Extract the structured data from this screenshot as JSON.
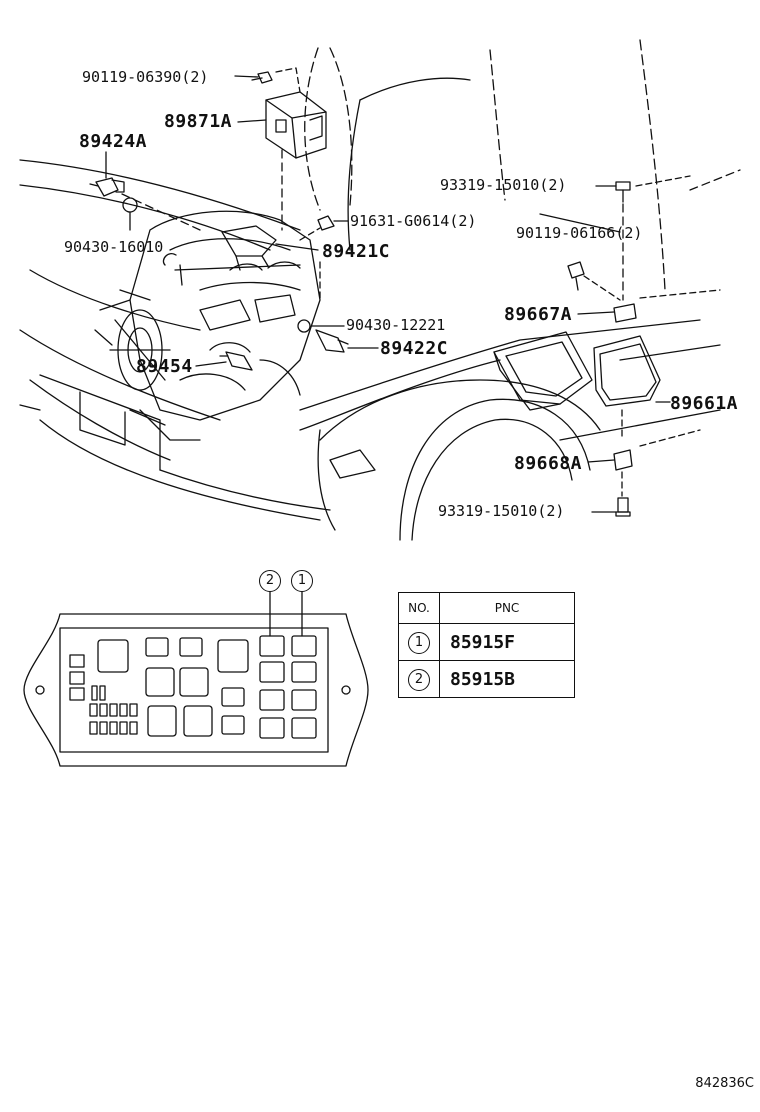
{
  "labels": {
    "bolt_top": "90119-06390(2)",
    "module_89871A": "89871A",
    "sensor_89424A": "89424A",
    "gasket_90430_16010": "90430-16010",
    "bolt_91631": "91631-G0614(2)",
    "sensor_89421C": "89421C",
    "gasket_90430_12221": "90430-12221",
    "sensor_89422C": "89422C",
    "sensor_89454": "89454",
    "screw_93319_top": "93319-15010(2)",
    "bolt_90119_06166": "90119-06166(2)",
    "bracket_89667A": "89667A",
    "ecu_89661A": "89661A",
    "bracket_89668A": "89668A",
    "screw_93319_bottom": "93319-15010(2)"
  },
  "relay_block": {
    "callout_1": "1",
    "callout_2": "2"
  },
  "pnc_table": {
    "header_no": "NO.",
    "header_pnc": "PNC",
    "rows": [
      {
        "no": "1",
        "pnc": "85915F"
      },
      {
        "no": "2",
        "pnc": "85915B"
      }
    ]
  },
  "catalog_code": "842836C"
}
